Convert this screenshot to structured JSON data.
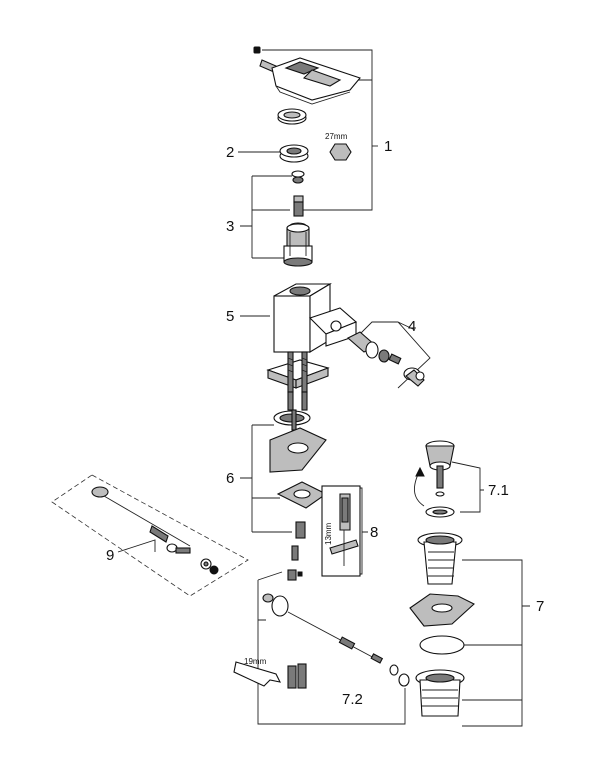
{
  "labels": {
    "l1": "1",
    "l2": "2",
    "l3": "3",
    "l4": "4",
    "l5": "5",
    "l6": "6",
    "l7": "7",
    "l71": "7.1",
    "l72": "7.2",
    "l8": "8",
    "l9": "9"
  },
  "dimensions": {
    "wrench_27": "27mm",
    "hex_13": "13mm",
    "wrench_19": "19mm"
  },
  "colors": {
    "line": "#111111",
    "part_fill": "#bdbdbd",
    "dark_fill": "#7a7a7a"
  }
}
